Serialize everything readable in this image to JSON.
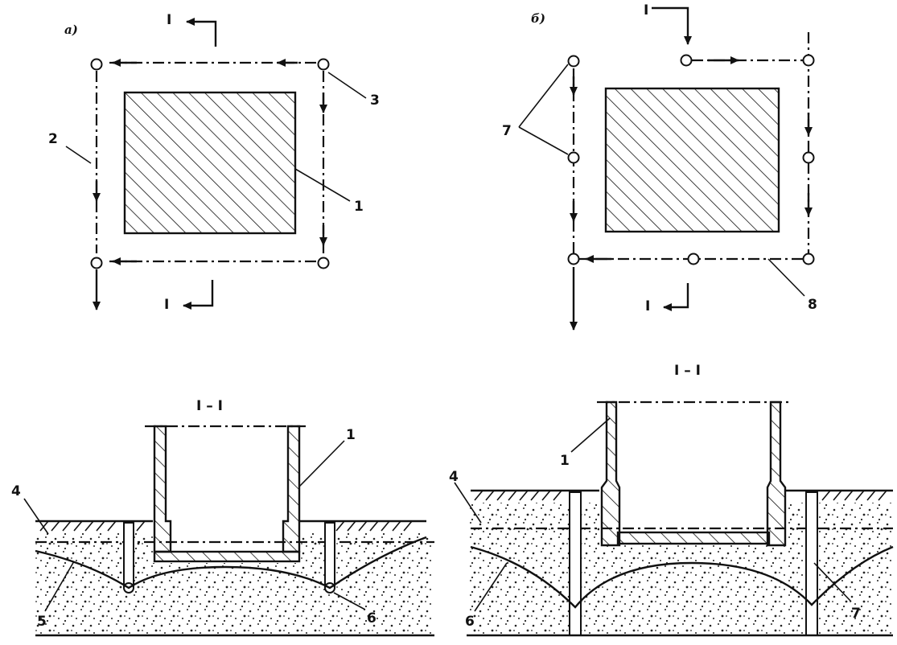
{
  "panel_a": {
    "letter": "а)",
    "section_mark_top": "I",
    "section_mark_bottom": "I",
    "labels": {
      "building": "1",
      "pipe": "2",
      "well": "3"
    }
  },
  "panel_b": {
    "letter": "б)",
    "section_mark_top": "I",
    "section_mark_bottom": "I",
    "labels": {
      "wells": "7",
      "pipe": "8"
    }
  },
  "section_a": {
    "title": "I – I",
    "labels": {
      "building": "1",
      "groundwater_level": "4",
      "depression_curve": "5",
      "drain": "6"
    }
  },
  "section_b": {
    "title": "I – I",
    "labels": {
      "building": "1",
      "groundwater_level": "4",
      "depression_curve": "6",
      "well": "7"
    }
  }
}
